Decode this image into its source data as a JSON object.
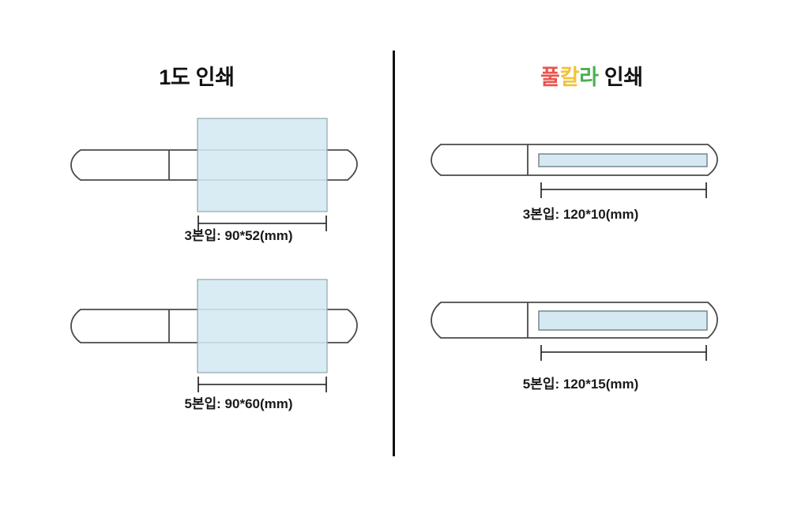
{
  "panels": [
    {
      "id": "one-color",
      "title": "1도 인쇄",
      "title_colored": false,
      "items": [
        {
          "caption": "3본입: 90*52(mm)",
          "pack": "3본입",
          "print_width_mm": 90,
          "print_height_mm": 52,
          "print_area_label": "90*52(mm)"
        },
        {
          "caption": "5본입: 90*60(mm)",
          "pack": "5본입",
          "print_width_mm": 90,
          "print_height_mm": 60,
          "print_area_label": "90*60(mm)"
        }
      ]
    },
    {
      "id": "full-color",
      "title": "풀칼라 인쇄",
      "title_colored": true,
      "title_chars": [
        {
          "char": "풀",
          "color": "#E8554E"
        },
        {
          "char": "칼",
          "color": "#F0C33C"
        },
        {
          "char": "라",
          "color": "#4CAF50"
        },
        {
          "char": " 인쇄",
          "color": "#111111"
        }
      ],
      "items": [
        {
          "caption": "3본입: 120*10(mm)",
          "pack": "3본입",
          "print_width_mm": 120,
          "print_height_mm": 10,
          "print_area_label": "120*10(mm)"
        },
        {
          "caption": "5본입: 120*15(mm)",
          "pack": "5본입",
          "print_width_mm": 120,
          "print_height_mm": 15,
          "print_area_label": "120*15(mm)"
        }
      ]
    }
  ],
  "colors": {
    "background": "#FFFFFF",
    "outline": "#4A4A4A",
    "print_area_fill": "#D4E9F2",
    "print_area_stroke": "#8FA6AE",
    "dimension_line": "#1A1A1A",
    "divider": "#111111",
    "text": "#111111"
  }
}
